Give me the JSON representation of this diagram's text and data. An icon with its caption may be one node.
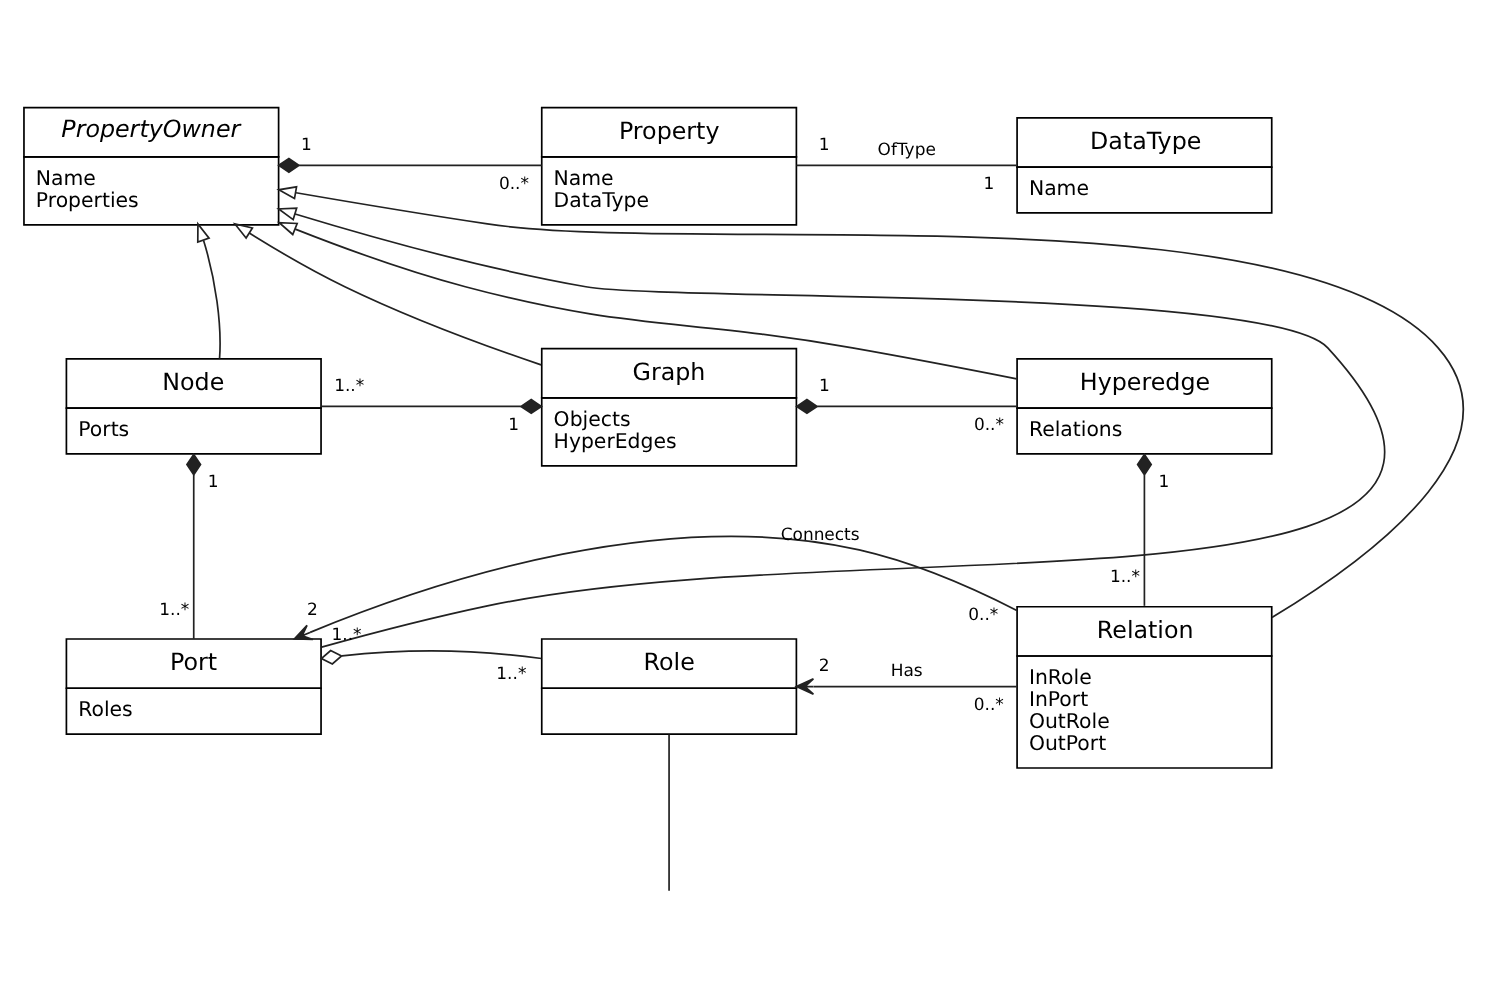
{
  "diagram": {
    "nodes": [
      {
        "text": [
          "PropertyOwner",
          "Name",
          "Properties"
        ]
      },
      {
        "text": [
          "Property",
          "Name",
          "DataType"
        ]
      },
      {
        "text": [
          "DataType",
          "Name"
        ]
      },
      {
        "text": [
          "Node",
          "Ports"
        ]
      },
      {
        "text": [
          "Graph",
          "Objects",
          "HyperEdges"
        ]
      },
      {
        "text": [
          "Hyperedge",
          "Relations"
        ]
      },
      {
        "text": [
          "Port",
          "Roles"
        ]
      },
      {
        "text": [
          "Role"
        ]
      },
      {
        "text": [
          "Relation",
          "InRole",
          "InPort",
          "OutRole",
          "OutPort"
        ]
      }
    ],
    "edges": [
      {
        "from": 0,
        "to": 1,
        "arrow": "other"
      },
      {
        "from": 1,
        "to": 2,
        "arrow": "none",
        "label": "OfType"
      },
      {
        "from": 3,
        "to": 0,
        "arrow": "to"
      },
      {
        "from": 4,
        "to": 0,
        "arrow": "to"
      },
      {
        "from": 5,
        "to": 0,
        "arrow": "to"
      },
      {
        "from": 6,
        "to": 0,
        "arrow": "to"
      },
      {
        "from": 8,
        "to": 0,
        "arrow": "to"
      },
      {
        "from": 3,
        "to": 4,
        "arrow": "other"
      },
      {
        "from": 4,
        "to": 5,
        "arrow": "other"
      },
      {
        "from": 5,
        "to": 8,
        "arrow": "other"
      },
      {
        "from": 3,
        "to": 6,
        "arrow": "other"
      },
      {
        "from": 8,
        "to": 6,
        "arrow": "to",
        "label": "Connects"
      },
      {
        "from": 8,
        "to": 7,
        "arrow": "to",
        "label": "Has"
      },
      {
        "from": 6,
        "to": 7,
        "arrow": "other"
      },
      {
        "from": 7,
        "to": null,
        "arrow": "none"
      }
    ],
    "labels": [
      "1",
      "0..*",
      "1",
      "1",
      "1..*",
      "1",
      "1",
      "0..*",
      "1",
      "1",
      "1..*",
      "1..*",
      "0..*",
      "2",
      "0..*",
      "2",
      "1..*",
      "1..*"
    ]
  }
}
